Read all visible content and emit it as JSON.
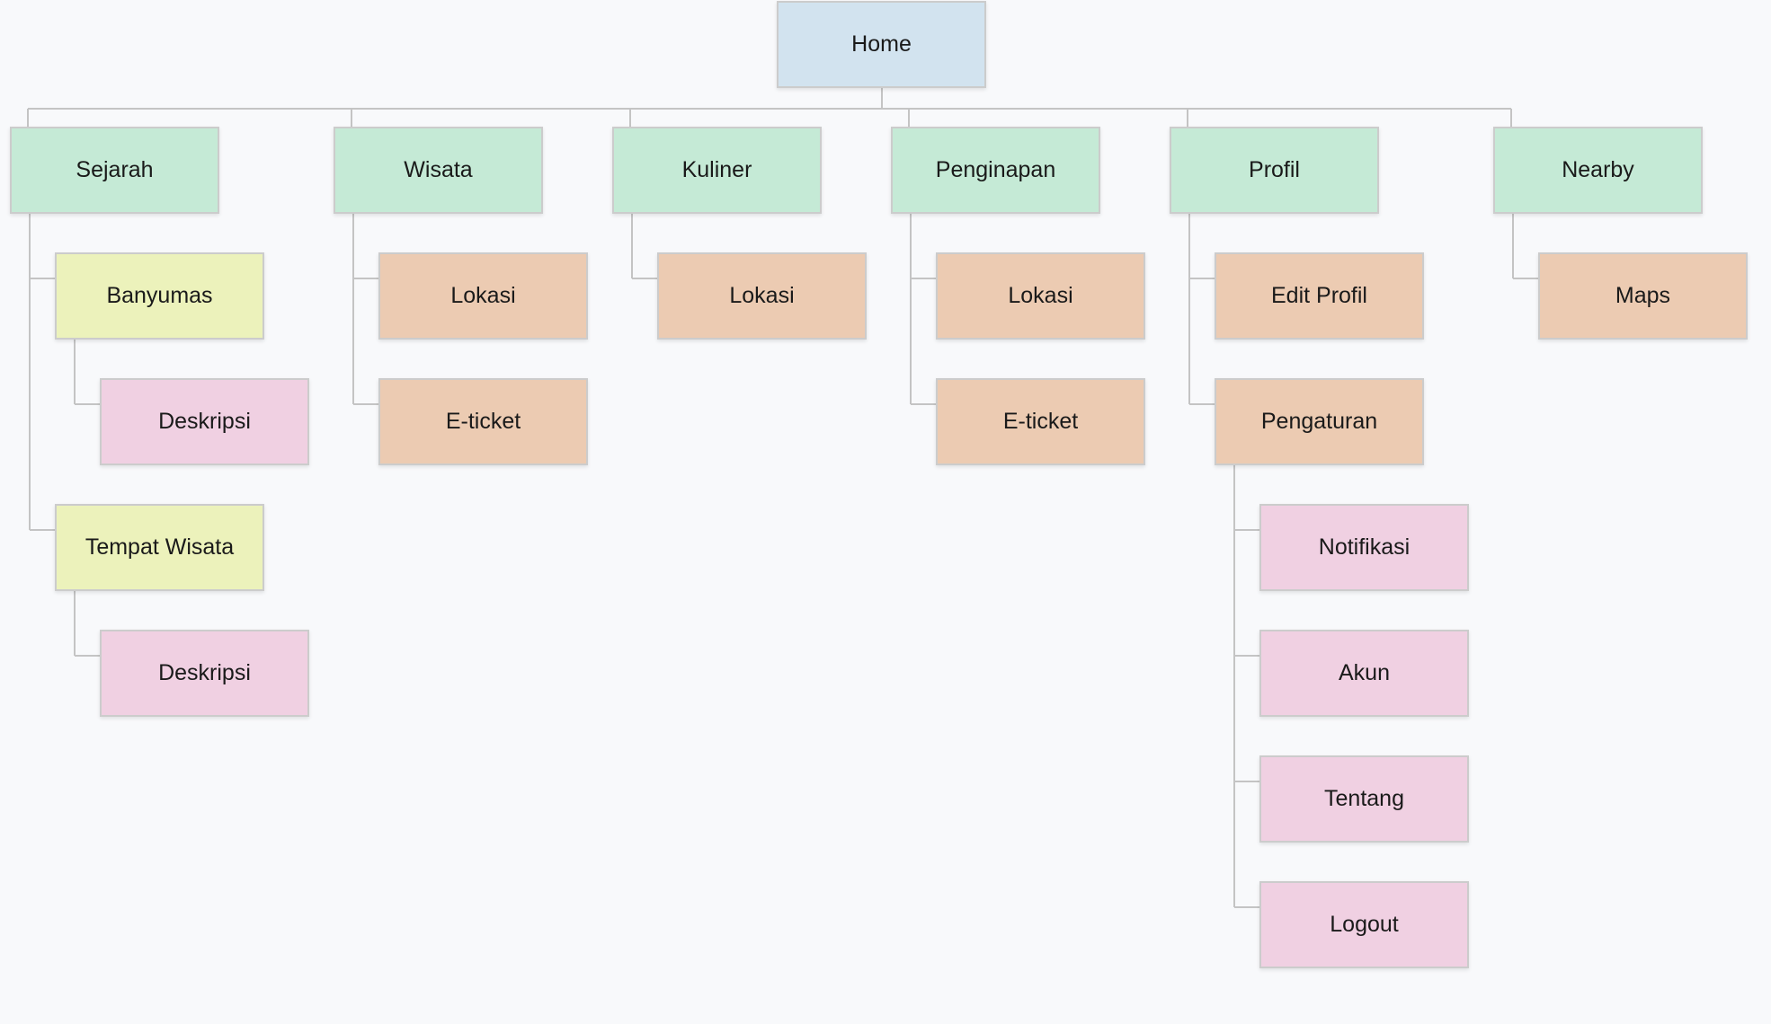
{
  "diagram": {
    "root": "Home",
    "sections": [
      {
        "label": "Sejarah",
        "children": [
          {
            "label": "Banyumas",
            "children": [
              {
                "label": "Deskripsi"
              }
            ]
          },
          {
            "label": "Tempat Wisata",
            "children": [
              {
                "label": "Deskripsi"
              }
            ]
          }
        ]
      },
      {
        "label": "Wisata",
        "children": [
          {
            "label": "Lokasi"
          },
          {
            "label": "E-ticket"
          }
        ]
      },
      {
        "label": "Kuliner",
        "children": [
          {
            "label": "Lokasi"
          }
        ]
      },
      {
        "label": "Penginapan",
        "children": [
          {
            "label": "Lokasi"
          },
          {
            "label": "E-ticket"
          }
        ]
      },
      {
        "label": "Profil",
        "children": [
          {
            "label": "Edit Profil"
          },
          {
            "label": "Pengaturan",
            "children": [
              {
                "label": "Notifikasi"
              },
              {
                "label": "Akun"
              },
              {
                "label": "Tentang"
              },
              {
                "label": "Logout"
              }
            ]
          }
        ]
      },
      {
        "label": "Nearby",
        "children": [
          {
            "label": "Maps"
          }
        ]
      }
    ]
  },
  "colors": {
    "background": "#f8f9fb",
    "root": "#d2e3ef",
    "section": "#c5ead6",
    "sejarah_child": "#ecf2bb",
    "child": "#eccbb2",
    "leaf": "#f0d0e2",
    "connector": "#c4c4c4"
  }
}
